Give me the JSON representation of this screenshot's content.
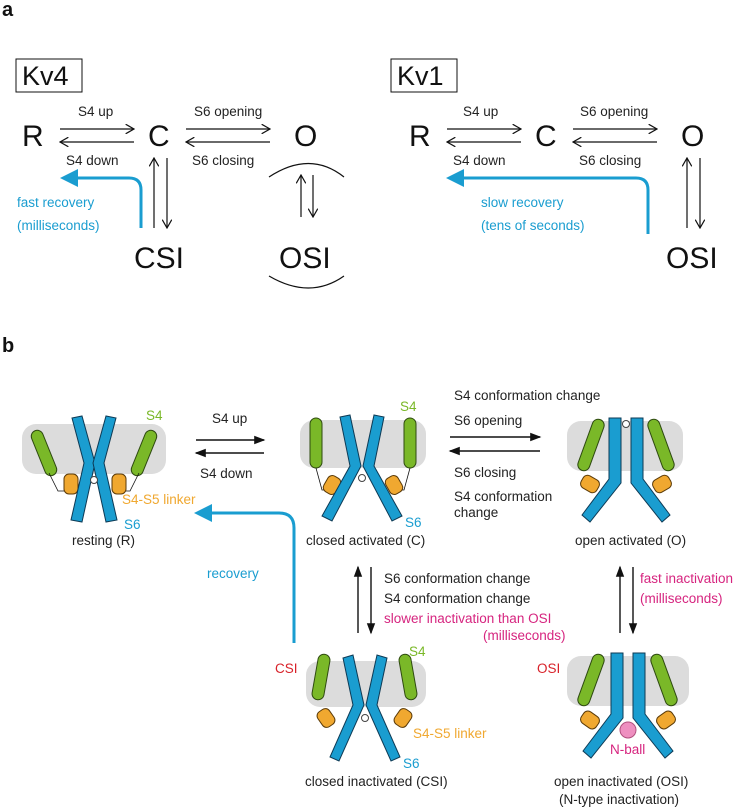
{
  "panel_a": {
    "label": "a",
    "kv4": {
      "title": "Kv4",
      "states": {
        "R": "R",
        "C": "C",
        "O": "O",
        "CSI": "CSI",
        "OSI": "OSI"
      },
      "transitions": {
        "s4_up": "S4 up",
        "s4_down": "S4 down",
        "s6_opening": "S6 opening",
        "s6_closing": "S6 closing"
      },
      "recovery": [
        "fast recovery",
        "(milliseconds)"
      ]
    },
    "kv1": {
      "title": "Kv1",
      "states": {
        "R": "R",
        "C": "C",
        "O": "O",
        "OSI": "OSI"
      },
      "transitions": {
        "s4_up": "S4 up",
        "s4_down": "S4 down",
        "s6_opening": "S6 opening",
        "s6_closing": "S6 closing"
      },
      "recovery": [
        "slow recovery",
        "(tens of seconds)"
      ]
    }
  },
  "panel_b": {
    "label": "b",
    "states": {
      "resting": "resting (R)",
      "closed_activated": "closed activated (C)",
      "open_activated": "open activated (O)",
      "closed_inactivated": "closed inactivated (CSI)",
      "open_inactivated": [
        "open inactivated (OSI)",
        "(N-type inactivation)"
      ]
    },
    "parts": {
      "s4": "S4",
      "s6": "S6",
      "linker": "S4-S5 linker",
      "nball": "N-ball"
    },
    "tags": {
      "csi": "CSI",
      "osi": "OSI"
    },
    "transitions": {
      "r_c_up": "S4 up",
      "r_c_down": "S4 down",
      "c_o_forward": [
        "S4 conformation change",
        "S6 opening"
      ],
      "c_o_backward": [
        "S6 closing",
        "S4 conformation",
        "change"
      ],
      "c_csi": [
        "S6 conformation change",
        "S4 conformation change"
      ],
      "c_csi_rate": [
        "slower inactivation than OSI",
        "(milliseconds)"
      ],
      "o_osi_rate": [
        "fast inactivation",
        "(milliseconds)"
      ],
      "recovery": "recovery"
    },
    "colors": {
      "s6": "#1a9dd0",
      "s4": "#7ab828",
      "linker": "#f0a830",
      "membrane": "#dcdcdc",
      "inactivation_text": "#d6247f",
      "state_tag": "#d8222a",
      "recovery": "#1a9dd0"
    }
  }
}
